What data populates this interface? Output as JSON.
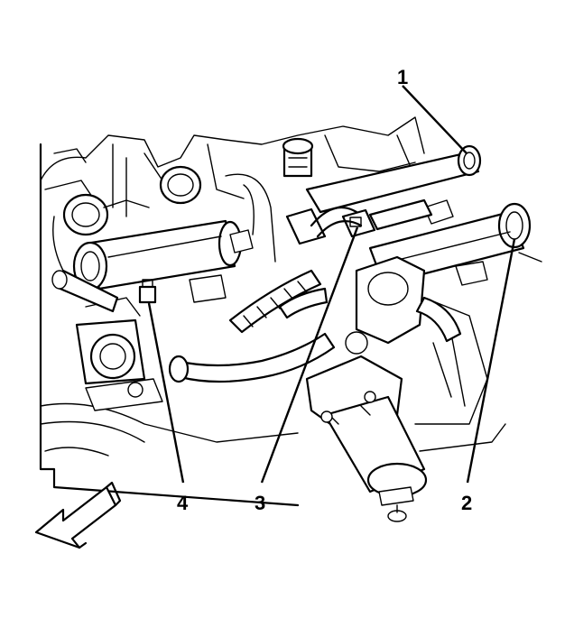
{
  "diagram": {
    "callouts": [
      {
        "id": "1",
        "label": "1"
      },
      {
        "id": "2",
        "label": "2"
      },
      {
        "id": "3",
        "label": "3"
      },
      {
        "id": "4",
        "label": "4"
      }
    ],
    "colors": {
      "line": "#000000",
      "background": "#ffffff"
    },
    "icons": {
      "direction": "front-arrow-icon"
    }
  }
}
